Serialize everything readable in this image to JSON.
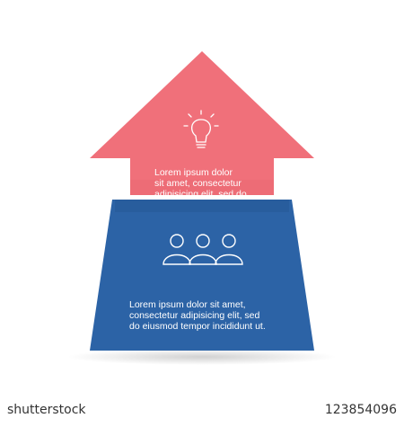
{
  "colors": {
    "top_step": "#f0707a",
    "top_step_shade": "#e8646f",
    "bottom_step": "#2c63a6",
    "bottom_step_shade": "#23528c",
    "icon_stroke": "#ffffff"
  },
  "steps": [
    {
      "icon": "lightbulb-icon",
      "text_lines": [
        "Lorem ipsum dolor",
        "sit amet, consectetur",
        "adipisicing elit, sed do."
      ]
    },
    {
      "icon": "people-group-icon",
      "text_lines": [
        "Lorem ipsum dolor sit amet,",
        "consectetur adipisicing elit, sed",
        "do eiusmod tempor incididunt ut."
      ]
    }
  ],
  "watermark": {
    "logo_text": "shutterstock",
    "image_id": "123854096"
  }
}
